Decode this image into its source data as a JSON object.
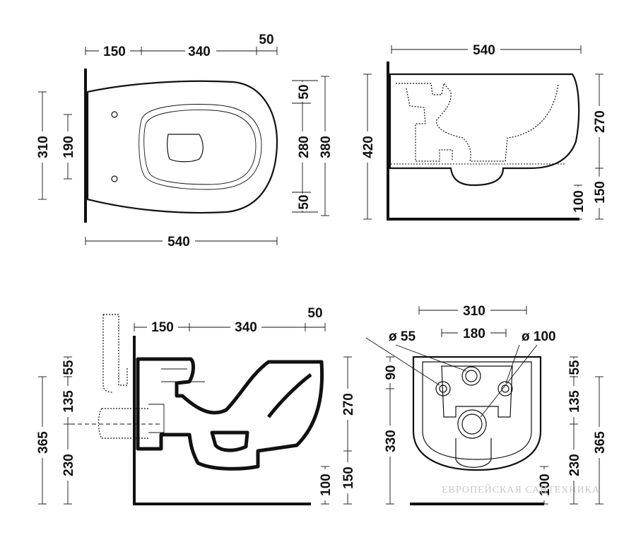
{
  "top_view": {
    "dims_top": [
      "150",
      "340",
      "50"
    ],
    "dim_bottom": "540",
    "dims_left": [
      "310",
      "190"
    ],
    "dims_right": [
      "50",
      "280",
      "380",
      "50"
    ]
  },
  "side_view": {
    "dim_top": "540",
    "dims_left": [
      "420"
    ],
    "dims_right": [
      "270",
      "100",
      "150"
    ]
  },
  "section_view": {
    "dims_top": [
      "150",
      "340",
      "50"
    ],
    "dims_left": [
      "55",
      "135",
      "365",
      "230"
    ],
    "dims_right": [
      "270",
      "100",
      "150"
    ]
  },
  "rear_view": {
    "dims_top": [
      "310",
      "180"
    ],
    "labels": [
      "ø 55",
      "ø 100"
    ],
    "dims_left": [
      "90",
      "330"
    ],
    "dims_right": [
      "55",
      "135",
      "365",
      "230",
      "100"
    ]
  },
  "watermark": "ЕВРОПЕЙСКАЯ САНТЕХНИКА"
}
